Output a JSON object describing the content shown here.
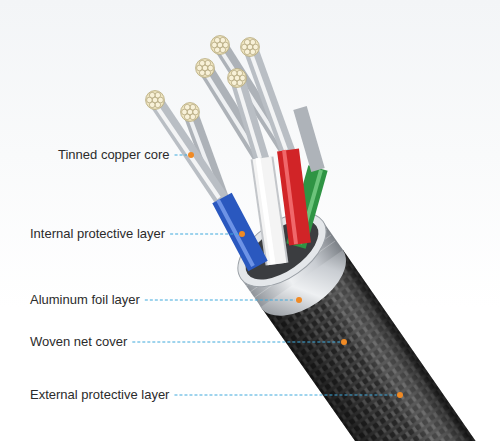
{
  "diagram": {
    "labels": [
      "Tinned copper core",
      "Internal protective layer",
      "Aluminum foil layer",
      "Woven net cover",
      "External protective layer"
    ]
  }
}
